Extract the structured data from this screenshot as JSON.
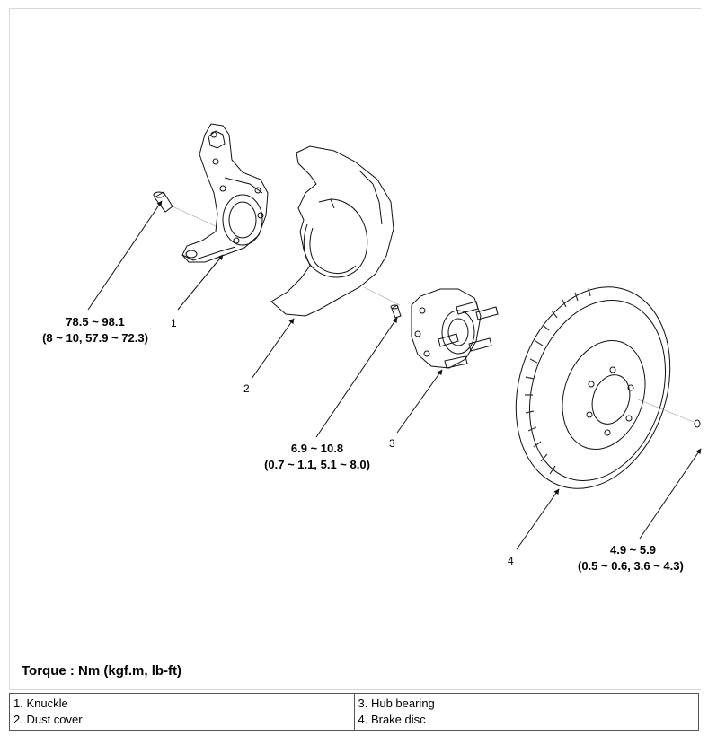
{
  "torques": {
    "knuckle_bolt": {
      "nm": "78.5 ~ 98.1",
      "alt": "(8 ~ 10, 57.9 ~ 72.3)"
    },
    "dust_cover_bolt": {
      "nm": "6.9 ~ 10.8",
      "alt": "(0.7 ~ 1.1, 5.1 ~ 8.0)"
    },
    "disc_screw": {
      "nm": "4.9 ~ 5.9",
      "alt": "(0.5 ~ 0.6, 3.6 ~ 4.3)"
    }
  },
  "callouts": {
    "c1": "1",
    "c2": "2",
    "c3": "3",
    "c4": "4"
  },
  "torque_unit_note": "Torque : Nm (kgf.m, lb-ft)",
  "legend": {
    "left": [
      "1. Knuckle",
      "2. Dust cover"
    ],
    "right": [
      "3. Hub bearing",
      "4. Brake disc"
    ]
  }
}
